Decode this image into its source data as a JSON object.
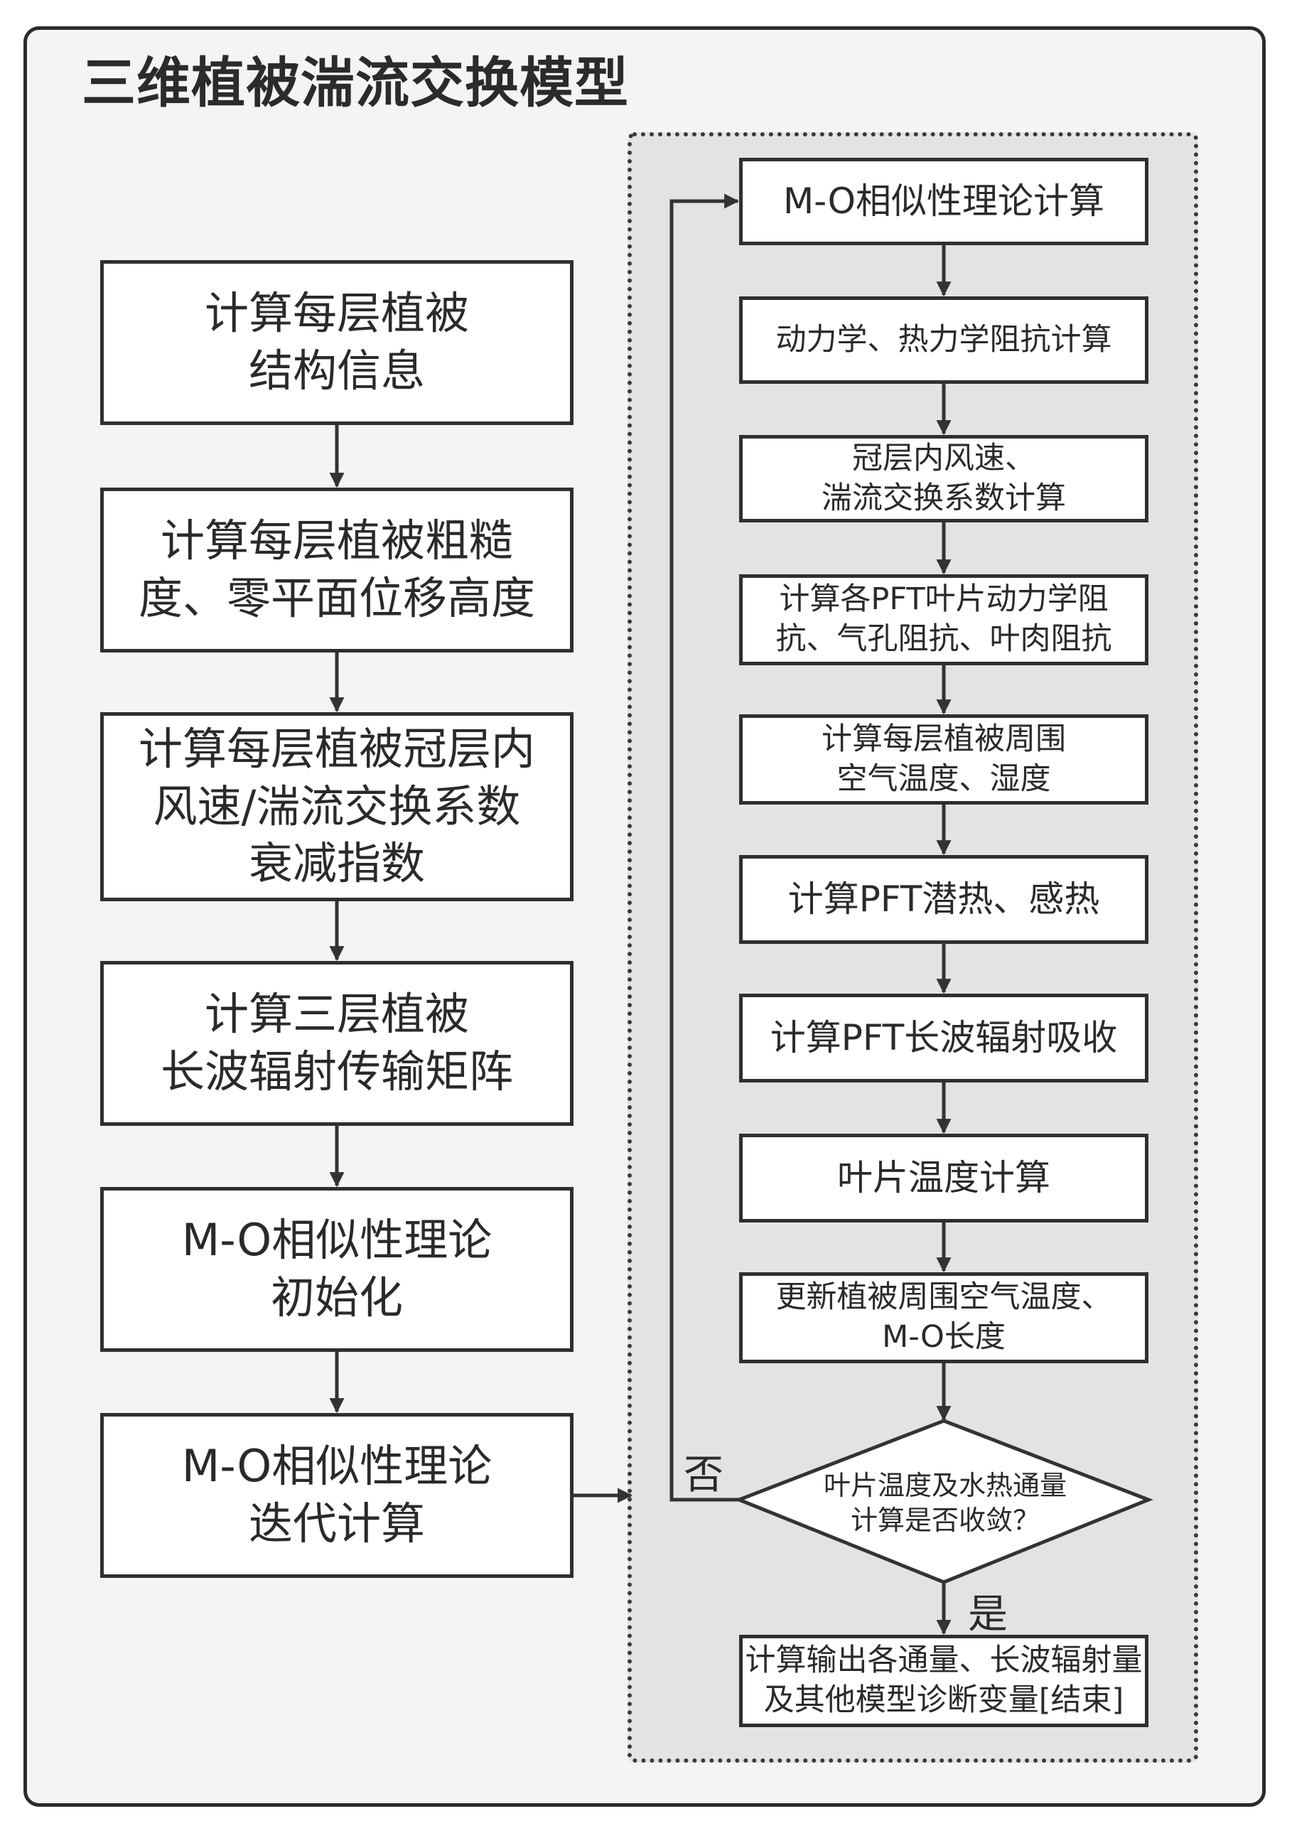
{
  "title": "三维植被湍流交换模型",
  "left_steps": [
    "计算每层植被\n结构信息",
    "计算每层植被粗糙\n度、零平面位移高度",
    "计算每层植被冠层内\n风速/湍流交换系数\n衰减指数",
    "计算三层植被\n长波辐射传输矩阵",
    "M-O相似性理论\n初始化",
    "M-O相似性理论\n迭代计算"
  ],
  "loop_steps": [
    "M-O相似性理论计算",
    "动力学、热力学阻抗计算",
    "冠层内风速、\n湍流交换系数计算",
    "计算各PFT叶片动力学阻\n抗、气孔阻抗、叶肉阻抗",
    "计算每层植被周围\n空气温度、湿度",
    "计算PFT潜热、感热",
    "计算PFT长波辐射吸收",
    "叶片温度计算",
    "更新植被周围空气温度、\nM-O长度"
  ],
  "decision": {
    "text": "叶片温度及水热通量\n计算是否收敛？",
    "no_label": "否",
    "yes_label": "是"
  },
  "end_step": "计算输出各通量、长波辐射量\n及其他模型诊断变量[结束]"
}
